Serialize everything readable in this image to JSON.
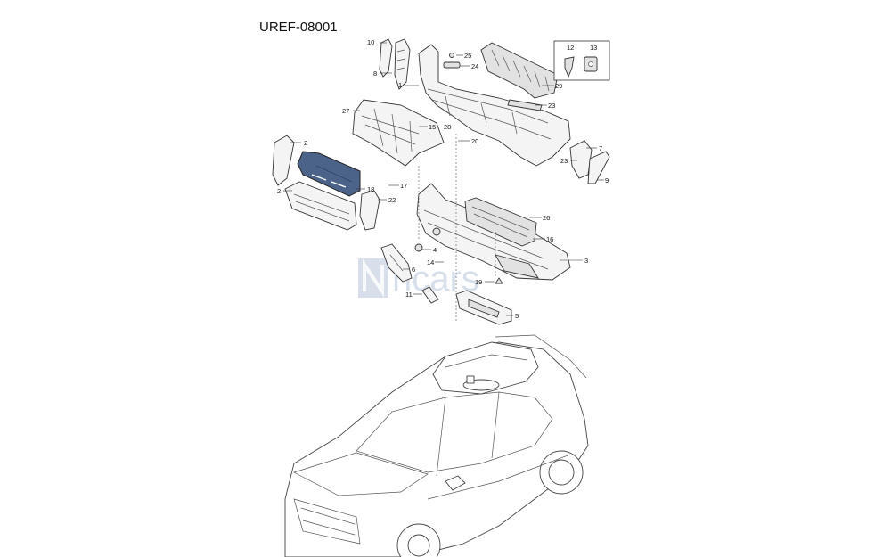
{
  "reference_code": "UREF-08001",
  "watermark": {
    "text": "ncars",
    "color": "#8fa4c4"
  },
  "highlight_color": "#4b6389",
  "callouts": [
    {
      "id": "c10",
      "text": "10"
    },
    {
      "id": "c8",
      "text": "8"
    },
    {
      "id": "c1",
      "text": "1"
    },
    {
      "id": "c25",
      "text": "25"
    },
    {
      "id": "c24",
      "text": "24"
    },
    {
      "id": "c29",
      "text": "29"
    },
    {
      "id": "c12",
      "text": "12"
    },
    {
      "id": "c13",
      "text": "13"
    },
    {
      "id": "c23a",
      "text": "23"
    },
    {
      "id": "c27",
      "text": "27"
    },
    {
      "id": "c15",
      "text": "15"
    },
    {
      "id": "c28",
      "text": "28"
    },
    {
      "id": "c20",
      "text": "20"
    },
    {
      "id": "c2a",
      "text": "2"
    },
    {
      "id": "c7",
      "text": "7"
    },
    {
      "id": "c23b",
      "text": "23"
    },
    {
      "id": "c9",
      "text": "9"
    },
    {
      "id": "c17",
      "text": "17"
    },
    {
      "id": "c18",
      "text": "18"
    },
    {
      "id": "c2b",
      "text": "2"
    },
    {
      "id": "c22",
      "text": "22"
    },
    {
      "id": "c26",
      "text": "26"
    },
    {
      "id": "c16",
      "text": "16"
    },
    {
      "id": "c4",
      "text": "4"
    },
    {
      "id": "c14",
      "text": "14"
    },
    {
      "id": "c3",
      "text": "3"
    },
    {
      "id": "c6",
      "text": "6"
    },
    {
      "id": "c19",
      "text": "19"
    },
    {
      "id": "c11",
      "text": "11"
    },
    {
      "id": "c5",
      "text": "5"
    }
  ]
}
